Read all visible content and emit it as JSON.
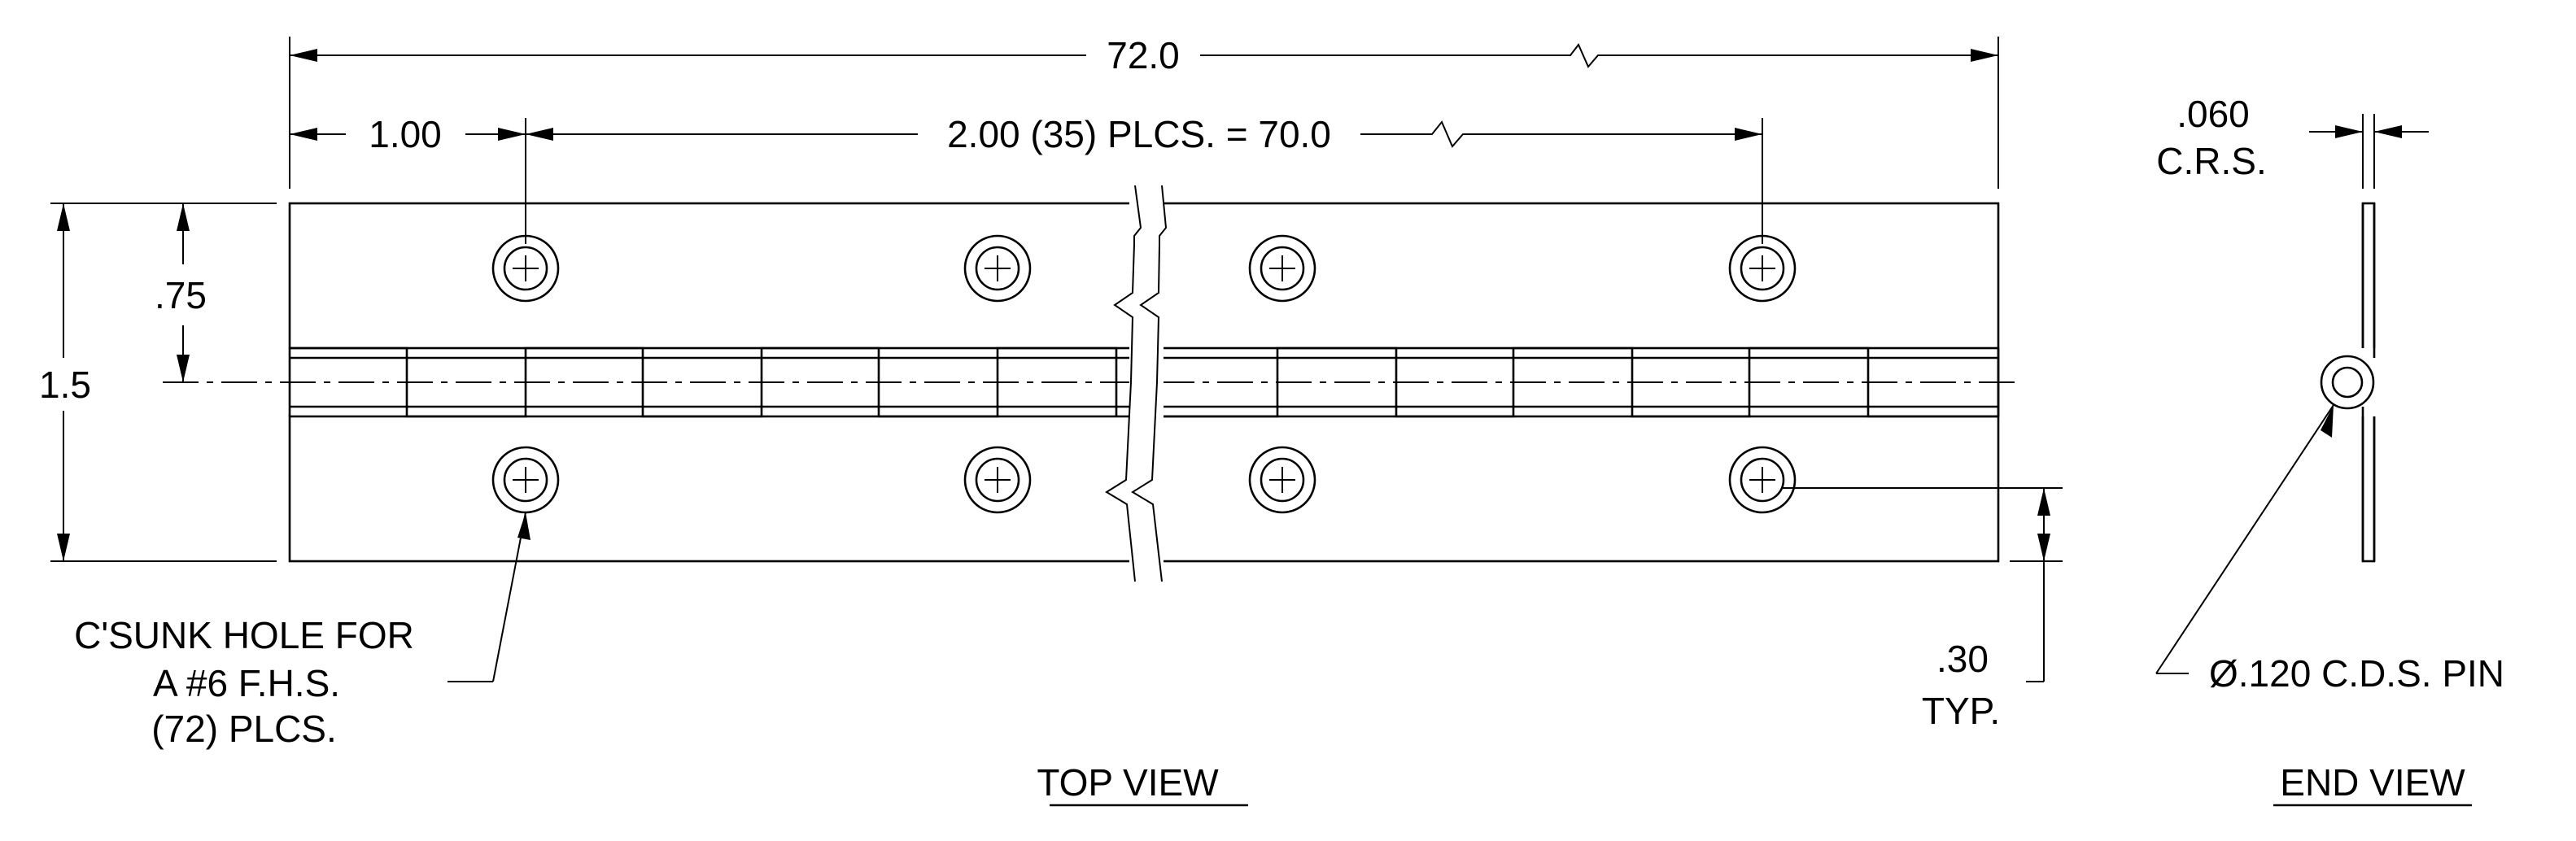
{
  "top_view": {
    "title": "TOP VIEW",
    "overall_length": "72.0",
    "first_hole_offset": "1.00",
    "hole_pitch": "2.00 (35) PLCS. = 70.0",
    "overall_width": "1.5",
    "hole_to_centerline": ".75",
    "edge_distance_line1": ".30",
    "edge_distance_line2": "TYP.",
    "hole_note_line1": "C'SUNK HOLE FOR",
    "hole_note_line2": "A #6 F.H.S.",
    "hole_note_line3": "(72) PLCS."
  },
  "end_view": {
    "title": "END VIEW",
    "thickness_line1": ".060",
    "thickness_line2": "C.R.S.",
    "pin_callout": "Ø.120 C.D.S. PIN"
  }
}
